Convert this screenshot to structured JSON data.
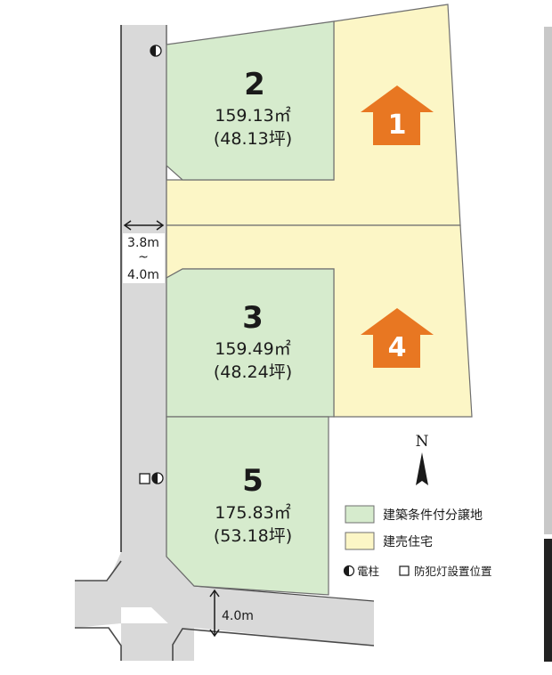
{
  "colors": {
    "road": "#d9d9d9",
    "road_edge": "#4a4a4a",
    "conditional_lot": "#d6ebcd",
    "built_house": "#fcf6c6",
    "arrow": "#e87722",
    "side_bar_light": "#c8c8c8",
    "side_bar_dark": "#222222"
  },
  "lots": {
    "lot1": {
      "number": "1",
      "type": "built_house"
    },
    "lot2": {
      "number": "2",
      "area_sqm": "159.13㎡",
      "area_tsubo": "(48.13坪)"
    },
    "lot3": {
      "number": "3",
      "area_sqm": "159.49㎡",
      "area_tsubo": "(48.24坪)"
    },
    "lot4": {
      "number": "4",
      "type": "built_house"
    },
    "lot5": {
      "number": "5",
      "area_sqm": "175.83㎡",
      "area_tsubo": "(53.18坪)"
    }
  },
  "roads": {
    "west_width_top": "3.8m",
    "west_width_tilde": "~",
    "west_width_bottom": "4.0m",
    "south_width": "4.0m"
  },
  "compass": {
    "label": "N"
  },
  "legend": {
    "conditional_land": "建築条件付分譲地",
    "built_for_sale": "建売住宅",
    "utility_pole": "電柱",
    "security_light": "防犯灯設置位置"
  },
  "icons": {
    "utility_pole": "half-filled-circle-icon",
    "security_light": "square-icon"
  }
}
